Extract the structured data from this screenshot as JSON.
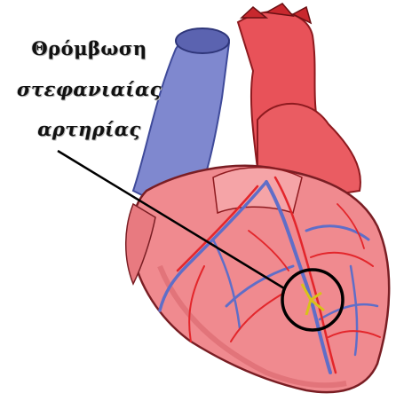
{
  "annotation": {
    "line1": "Θρόμβωση",
    "line2": "στεφανιαίας",
    "line3": "αρτηρίας"
  },
  "colors": {
    "heart_muscle": "#f08a8f",
    "heart_shadow": "#d9666d",
    "artery_red": "#e3262b",
    "vein_blue": "#5f6ec8",
    "vena_cava": "#7f88cf",
    "pointer_line": "#000000"
  }
}
